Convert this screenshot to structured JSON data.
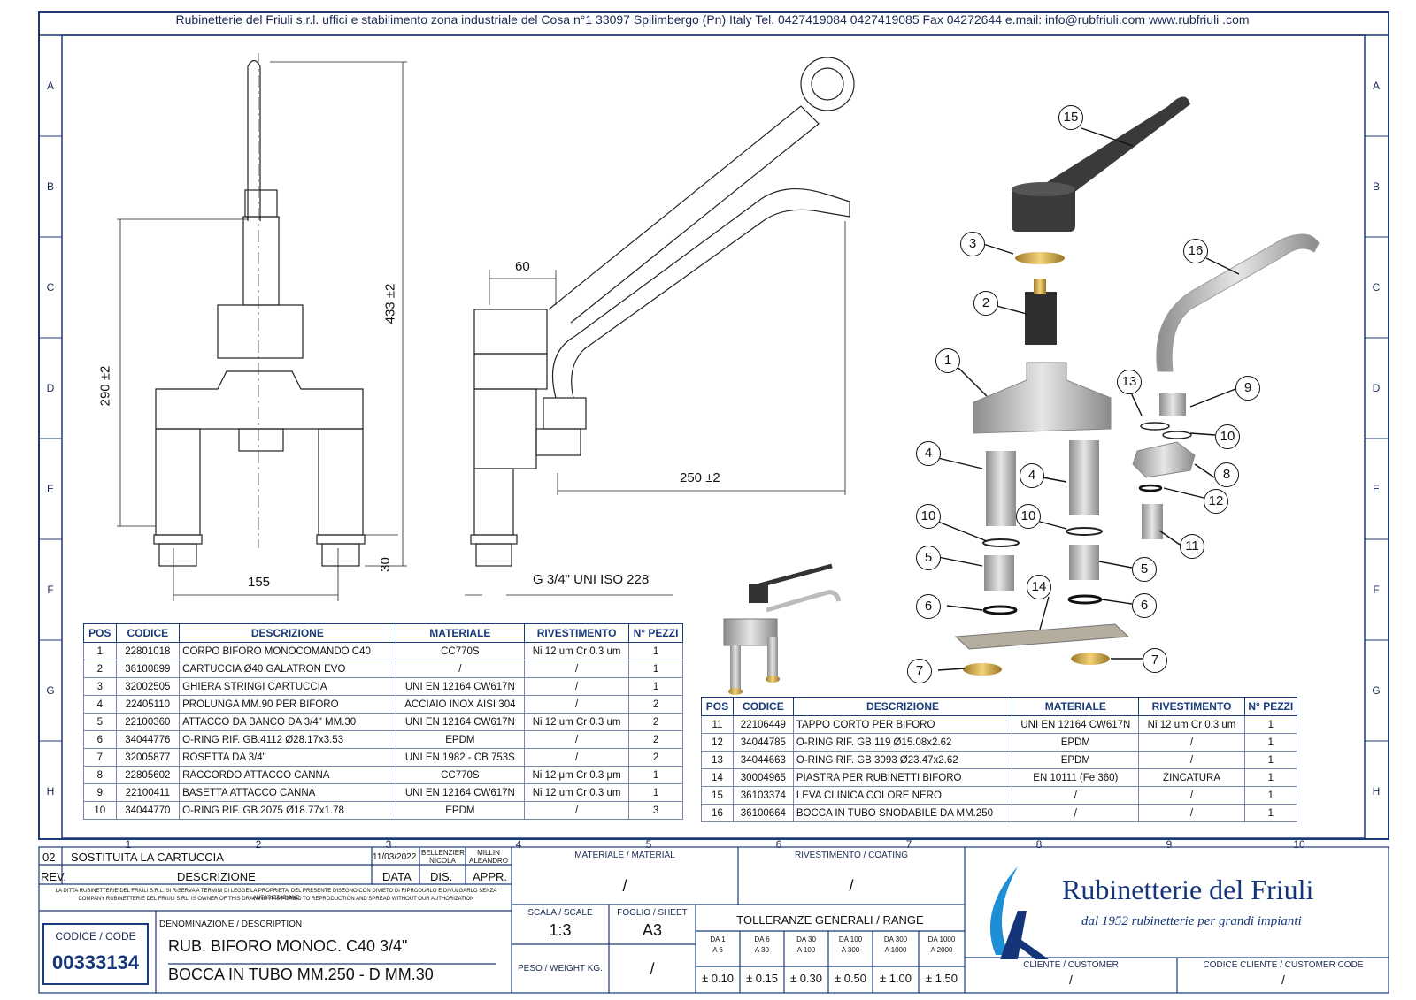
{
  "header": {
    "text": "Rubinetterie del Friuli s.r.l. uffici e stabilimento zona industriale del Cosa n°1 33097 Spilimbergo (Pn) Italy Tel. 0427419084  0427419085  Fax 04272644  e.mail: info@rubfriuli.com  www.rubfriuli .com"
  },
  "zones": [
    "A",
    "B",
    "C",
    "D",
    "E",
    "F",
    "G",
    "H"
  ],
  "columns": [
    "1",
    "2",
    "3",
    "4",
    "5",
    "6",
    "7",
    "8",
    "9",
    "10"
  ],
  "dimensions": {
    "d290": "290 ±2",
    "d433": "433 ±2",
    "d60": "60",
    "d155": "155",
    "d30": "30",
    "d250": "250 ±2",
    "thread": "G 3/4\" UNI ISO 228"
  },
  "balloons": [
    "15",
    "3",
    "16",
    "2",
    "1",
    "13",
    "9",
    "10",
    "4",
    "4",
    "8",
    "12",
    "10",
    "10",
    "11",
    "5",
    "5",
    "14",
    "6",
    "6",
    "7",
    "7"
  ],
  "bom_headers": [
    "POS",
    "CODICE",
    "DESCRIZIONE",
    "MATERIALE",
    "RIVESTIMENTO",
    "N° PEZZI"
  ],
  "bom_left": [
    [
      "1",
      "22801018",
      "CORPO BIFORO MONOCOMANDO C40",
      "CC770S",
      "Ni 12 um Cr 0.3 um",
      "1"
    ],
    [
      "2",
      "36100899",
      "CARTUCCIA Ø40 GALATRON EVO",
      "/",
      "/",
      "1"
    ],
    [
      "3",
      "32002505",
      "GHIERA STRINGI CARTUCCIA",
      "UNI EN 12164 CW617N",
      "/",
      "1"
    ],
    [
      "4",
      "22405110",
      "PROLUNGA MM.90 PER BIFORO",
      "ACCIAIO INOX AISI 304",
      "/",
      "2"
    ],
    [
      "5",
      "22100360",
      "ATTACCO DA BANCO DA 3/4\" MM.30",
      "UNI EN 12164 CW617N",
      "Ni 12 um Cr 0.3 um",
      "2"
    ],
    [
      "6",
      "34044776",
      "O-RING RIF. GB.4112 Ø28.17x3.53",
      "EPDM",
      "/",
      "2"
    ],
    [
      "7",
      "32005877",
      "ROSETTA DA 3/4\"",
      "UNI EN 1982 - CB 753S",
      "/",
      "2"
    ],
    [
      "8",
      "22805602",
      "RACCORDO ATTACCO CANNA",
      "CC770S",
      "Ni 12 μm Cr 0.3 μm",
      "1"
    ],
    [
      "9",
      "22100411",
      "BASETTA ATTACCO CANNA",
      "UNI EN 12164 CW617N",
      "Ni 12 um Cr 0.3 um",
      "1"
    ],
    [
      "10",
      "34044770",
      "O-RING RIF. GB.2075 Ø18.77x1.78",
      "EPDM",
      "/",
      "3"
    ]
  ],
  "bom_right": [
    [
      "11",
      "22106449",
      "TAPPO CORTO PER BIFORO",
      "UNI EN 12164 CW617N",
      "Ni 12 um Cr 0.3 um",
      "1"
    ],
    [
      "12",
      "34044785",
      "O-RING RIF. GB.119 Ø15.08x2.62",
      "EPDM",
      "/",
      "1"
    ],
    [
      "13",
      "34044663",
      "O-RING RIF. GB 3093 Ø23.47x2.62",
      "EPDM",
      "/",
      "1"
    ],
    [
      "14",
      "30004965",
      "PIASTRA PER RUBINETTI BIFORO",
      "EN 10111 (Fe 360)",
      "ZINCATURA",
      "1"
    ],
    [
      "15",
      "36103374",
      "LEVA CLINICA COLORE NERO",
      "/",
      "/",
      "1"
    ],
    [
      "16",
      "36100664",
      "BOCCA IN TUBO SNODABILE DA MM.250",
      "/",
      "/",
      "1"
    ]
  ],
  "title_block": {
    "rev_num": "02",
    "rev_desc": "SOSTITUITA LA CARTUCCIA",
    "rev_date": "11/03/2022",
    "rev_dis": "BELLENZIER NICOLA",
    "rev_appr": "MILLIN ALEANDRO",
    "h_rev": "REV.",
    "h_desc": "DESCRIZIONE",
    "h_data": "DATA",
    "h_dis": "DIS.",
    "h_appr": "APPR.",
    "legal1": "LA DITTA RUBINETTERIE DEL FRIULI S.R.L. SI RISERVA A TERMINI DI LEGGE LA PROPRIETA' DEL PRESENTE DISEGNO CON DIVIETO DI RIPRODURLO E DIVULGARLO SENZA AUTORIZZAZIONE",
    "legal2": "COMPANY RUBINETTERIE DEL FRIULI S.RL. IS OWNER OF THIS DRAWING IT IS FORBID TO REPRODUCTION AND SPREAD WITHOUT OUR AUTHORIZATION",
    "codice_label": "CODICE / CODE",
    "codice": "00333134",
    "denom_label": "DENOMINAZIONE / DESCRIPTION",
    "denom1": "RUB. BIFORO MONOC. C40 3/4\"",
    "denom2": "BOCCA IN TUBO MM.250 - D MM.30",
    "materiale_label": "MATERIALE / MATERIAL",
    "materiale": "/",
    "rivestimento_label": "RIVESTIMENTO / COATING",
    "rivestimento": "/",
    "scala_label": "SCALA / SCALE",
    "scala": "1:3",
    "foglio_label": "FOGLIO / SHEET",
    "foglio": "A3",
    "peso_label": "PESO / WEIGHT KG.",
    "peso": "/",
    "tol_label": "TOLLERANZE GENERALI / RANGE",
    "tol_ranges": [
      [
        "DA 1",
        "A 6"
      ],
      [
        "DA 6",
        "A 30"
      ],
      [
        "DA 30",
        "A 100"
      ],
      [
        "DA 100",
        "A 300"
      ],
      [
        "DA 300",
        "A 1000"
      ],
      [
        "DA 1000",
        "A 2000"
      ]
    ],
    "tol_values": [
      "± 0.10",
      "± 0.15",
      "± 0.30",
      "± 0.50",
      "± 1.00",
      "± 1.50"
    ],
    "brand": "Rubinetterie del Friuli",
    "tagline": "dal 1952 rubinetterie per grandi impianti",
    "cliente_label": "CLIENTE / CUSTOMER",
    "cliente": "/",
    "codcli_label": "CODICE CLIENTE / CUSTOMER CODE",
    "codcli": "/"
  }
}
